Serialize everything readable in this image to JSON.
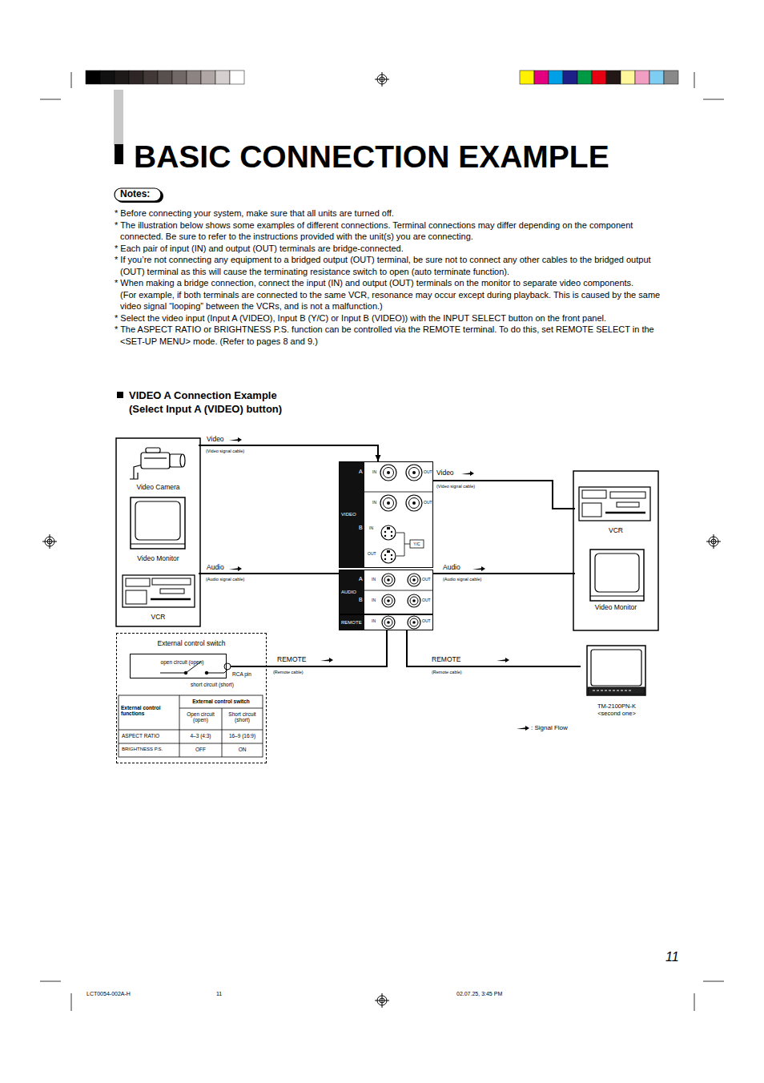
{
  "diagram": {
    "title": "BASIC CONNECTION EXAMPLE",
    "nodes": [
      {
        "text": [
          "Video Camera"
        ]
      },
      {
        "text": [
          "Video Monitor"
        ]
      },
      {
        "text": [
          "VCR"
        ]
      },
      {
        "text": [
          "VIDEO"
        ]
      },
      {
        "text": [
          "AUDIO"
        ]
      },
      {
        "text": [
          "REMOTE"
        ]
      },
      {
        "text": [
          "VCR"
        ]
      },
      {
        "text": [
          "Video Monitor"
        ]
      },
      {
        "text": [
          "TM-2100PN-K",
          "<second one>"
        ]
      },
      {
        "text": [
          "External control switch"
        ]
      },
      {
        "text": [
          "open circuit (open)"
        ],
        "in": 9
      }
    ],
    "edges": [
      {
        "from": 0,
        "to": 3,
        "arrow": "to",
        "label": "Video"
      },
      {
        "from": 2,
        "to": 4,
        "arrow": "none",
        "label": "Audio"
      },
      {
        "from": 3,
        "to": 6,
        "arrow": "none",
        "label": "Video"
      },
      {
        "from": 4,
        "to": 7,
        "arrow": "none",
        "label": "Audio"
      },
      {
        "from": 9,
        "to": 5,
        "arrow": "none",
        "label": "REMOTE"
      },
      {
        "from": 5,
        "to": 8,
        "arrow": "none",
        "label": "REMOTE"
      }
    ],
    "labels": [
      "Notes:",
      "* Before connecting your system, make sure that all units are turned off.",
      "* The illustration below shows some examples of different connections. Terminal connections may differ depending on the component connected. Be sure to refer to the instructions provided with the unit(s) you are connecting.",
      "* Each pair of input (IN) and output (OUT) terminals are bridge-connected.",
      "* If you’re not connecting any equipment to a bridged output (OUT) terminal, be sure not to connect any other cables to the bridged output (OUT) terminal as this will cause the terminating resistance switch to open (auto terminate function).",
      "* When making a bridge connection, connect the input (IN) and output (OUT) terminals on the monitor to separate video components.",
      "(For example, if both terminals are connected to the same VCR, resonance may occur except during playback. This is caused by the same video signal “looping” between the VCRs, and is not a malfunction.)",
      "* Select the video input (Input A (VIDEO), Input B (Y/C) or Input B (VIDEO)) with the INPUT SELECT button on the front panel.",
      "* The ASPECT RATIO or BRIGHTNESS P.S. function can be controlled via the REMOTE terminal. To do this, set  REMOTE SELECT in the <SET-UP MENU> mode. (Refer to pages 8 and 9.)",
      "VIDEO A Connection Example (Select Input A (VIDEO) button)",
      "(Video signal cable)",
      "(Audio signal cable)",
      "A",
      "IN",
      "OUT",
      "IN",
      "OUT",
      "B",
      "IN",
      "OUT",
      "Y/C",
      "A",
      "IN",
      "OUT",
      "B",
      "IN",
      "OUT",
      "IN",
      "OUT",
      "(Video signal cable)",
      "(Audio signal cable)",
      "(Remote cable)",
      "(Remote cable)",
      "RCA pin",
      "short circuit (short)",
      "External control functions",
      "External control switch",
      "Open circuit (open)",
      "Short circuit (short)",
      "ASPECT RATIO",
      "4–3 (4:3)",
      "16–9 (16:9)",
      "BRIGHTNESS P.S.",
      "OFF",
      "ON",
      "11",
      "LCT0054-002A-H",
      "11",
      "02.07.25, 3:45 PM"
    ],
    "legend": [
      {
        "text": ": Signal Flow"
      }
    ]
  }
}
